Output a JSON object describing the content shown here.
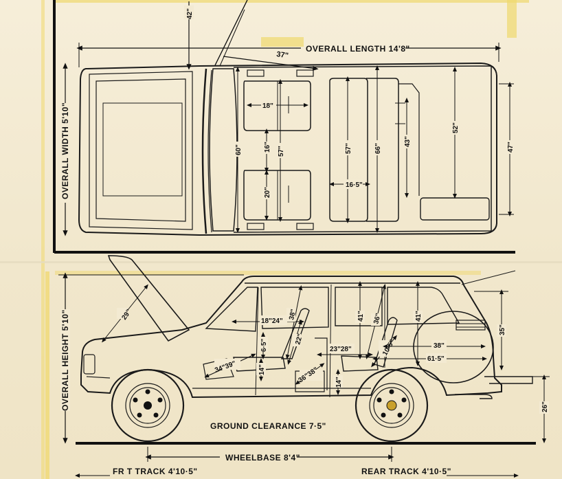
{
  "top_view": {
    "overall_length": "OVERALL LENGTH 14'8\"",
    "overall_width": "OVERALL WIDTH 5'10\"",
    "dims": {
      "d42": "42\"",
      "d37": "37\"",
      "d18": "18\"",
      "d16": "16\"",
      "d57a": "57\"",
      "d20": "20\"",
      "d60": "60\"",
      "d57b": "57\"",
      "d66": "66\"",
      "d16_5": "16·5\"",
      "d43": "43\"",
      "d52": "52\"",
      "d47": "47\""
    }
  },
  "side_view": {
    "overall_height": "OVERALL HEIGHT 5'10\"",
    "ground_clearance": "GROUND CLEARANCE 7·5\"",
    "wheelbase": "WHEELBASE 8'4\"",
    "front_track": "FR T TRACK 4'10·5\"",
    "rear_track": "REAR TRACK 4'10·5\"",
    "dims": {
      "d29": "29\"",
      "d18_24": "18\"24\"",
      "d38a": "38\"",
      "d41a": "41\"",
      "d36": "36\"",
      "d41b": "41\"",
      "d35": "35\"",
      "d6_5": "6·5\"",
      "d22": "22\"",
      "d23_28": "23\"28\"",
      "d10_5": "10·5\"",
      "d38b": "38\"",
      "d61_5": "61·5\"",
      "d34_39": "34\"39\"",
      "d14a": "14\"",
      "d36_38": "36\"38\"",
      "d14b": "14\"",
      "d26": "26\""
    }
  },
  "colors": {
    "paper": "#f3ead2",
    "ink": "#1a1a1a",
    "tape": "#f2d36b"
  }
}
